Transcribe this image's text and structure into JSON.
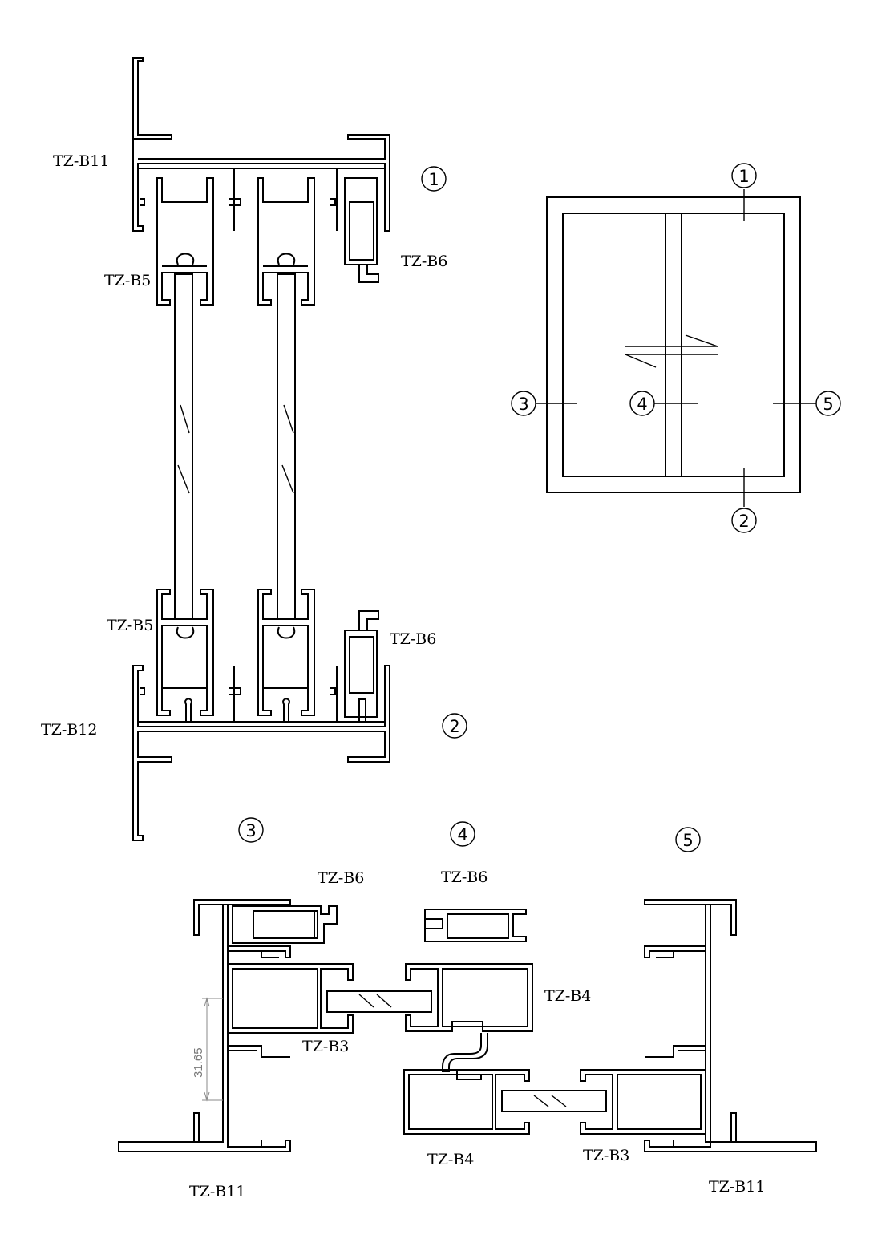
{
  "section_1": {
    "marker": "1",
    "labels": {
      "frame_top": "TZ-B11",
      "sash_upper": "TZ-B5",
      "bead_upper": "TZ-B6"
    }
  },
  "section_2": {
    "marker": "2",
    "labels": {
      "sash_lower": "TZ-B5",
      "bead_lower": "TZ-B6",
      "frame_bottom": "TZ-B12"
    }
  },
  "elevation": {
    "markers": [
      "1",
      "2",
      "3",
      "4",
      "5"
    ]
  },
  "section_3": {
    "marker": "3",
    "labels": {
      "bead": "TZ-B6",
      "interlock": "TZ-B3",
      "frame": "TZ-B11"
    },
    "dimension": "31.65"
  },
  "section_4": {
    "marker": "4",
    "labels": {
      "bead": "TZ-B6",
      "sash_upper": "TZ-B4",
      "sash_lower": "TZ-B4"
    }
  },
  "section_5": {
    "marker": "5",
    "labels": {
      "interlock": "TZ-B3",
      "frame": "TZ-B11"
    }
  }
}
